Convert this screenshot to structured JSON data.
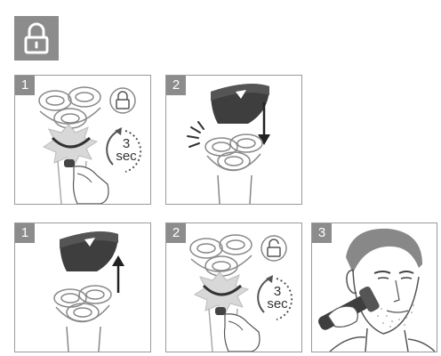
{
  "header": {
    "icon": "lock-icon",
    "bg_color": "#8c8c8c"
  },
  "lock_panels": [
    {
      "step": "1",
      "timer_top": "3",
      "timer_bottom": "sec",
      "icon": "lock-icon"
    },
    {
      "step": "2"
    }
  ],
  "unlock_panels": [
    {
      "step": "1"
    },
    {
      "step": "2",
      "timer_top": "3",
      "timer_bottom": "sec",
      "icon": "unlock-icon"
    },
    {
      "step": "3"
    }
  ]
}
